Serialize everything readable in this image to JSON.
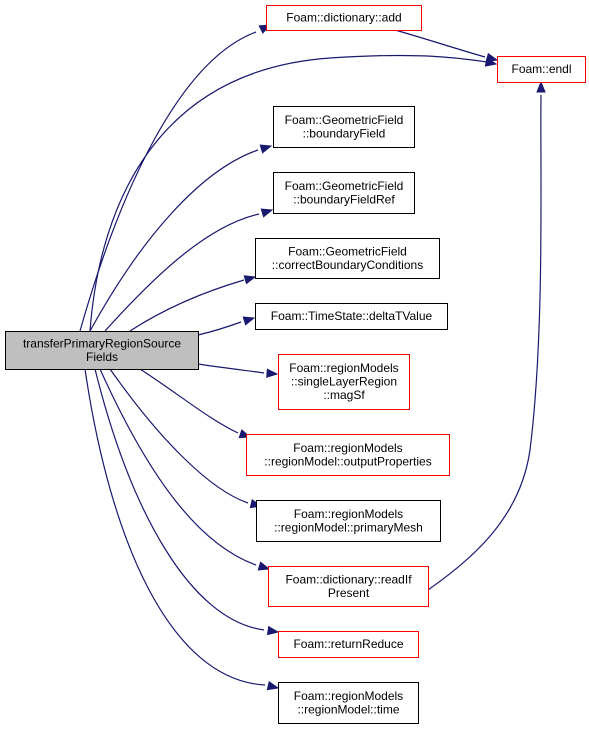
{
  "graph": {
    "source": {
      "lines": [
        "transferPrimaryRegionSource",
        "Fields"
      ],
      "fill": "#bfbfbf",
      "border": "#000000"
    },
    "nodes": [
      {
        "id": "dict-add",
        "lines": [
          "Foam::dictionary::add"
        ],
        "border": "#ff0000"
      },
      {
        "id": "endl",
        "lines": [
          "Foam::endl"
        ],
        "border": "#ff0000"
      },
      {
        "id": "boundary-field",
        "lines": [
          "Foam::GeometricField",
          "::boundaryField"
        ],
        "border": "#000000"
      },
      {
        "id": "boundary-field-ref",
        "lines": [
          "Foam::GeometricField",
          "::boundaryFieldRef"
        ],
        "border": "#000000"
      },
      {
        "id": "correct-bc",
        "lines": [
          "Foam::GeometricField",
          "::correctBoundaryConditions"
        ],
        "border": "#000000"
      },
      {
        "id": "delta-t",
        "lines": [
          "Foam::TimeState::deltaTValue"
        ],
        "border": "#000000"
      },
      {
        "id": "mag-sf",
        "lines": [
          "Foam::regionModels",
          "::singleLayerRegion",
          "::magSf"
        ],
        "border": "#ff0000"
      },
      {
        "id": "output-props",
        "lines": [
          "Foam::regionModels",
          "::regionModel::outputProperties"
        ],
        "border": "#ff0000"
      },
      {
        "id": "primary-mesh",
        "lines": [
          "Foam::regionModels",
          "::regionModel::primaryMesh"
        ],
        "border": "#000000"
      },
      {
        "id": "read-if-present",
        "lines": [
          "Foam::dictionary::readIf",
          "Present"
        ],
        "border": "#ff0000"
      },
      {
        "id": "return-reduce",
        "lines": [
          "Foam::returnReduce"
        ],
        "border": "#ff0000"
      },
      {
        "id": "region-time",
        "lines": [
          "Foam::regionModels",
          "::regionModel::time"
        ],
        "border": "#000000"
      }
    ],
    "edges": [
      {
        "from": "source",
        "to": "dict-add"
      },
      {
        "from": "source",
        "to": "endl"
      },
      {
        "from": "source",
        "to": "boundary-field"
      },
      {
        "from": "source",
        "to": "boundary-field-ref"
      },
      {
        "from": "source",
        "to": "correct-bc"
      },
      {
        "from": "source",
        "to": "delta-t"
      },
      {
        "from": "source",
        "to": "mag-sf"
      },
      {
        "from": "source",
        "to": "output-props"
      },
      {
        "from": "source",
        "to": "primary-mesh"
      },
      {
        "from": "source",
        "to": "read-if-present"
      },
      {
        "from": "source",
        "to": "return-reduce"
      },
      {
        "from": "source",
        "to": "region-time"
      },
      {
        "from": "dict-add",
        "to": "endl"
      },
      {
        "from": "read-if-present",
        "to": "endl"
      }
    ],
    "edge_color": "#191970"
  }
}
